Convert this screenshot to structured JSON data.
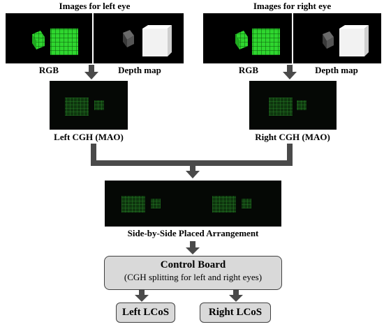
{
  "left": {
    "header": "Images for left eye",
    "rgb_label": "RGB",
    "depth_label": "Depth map",
    "cgh_label": "Left CGH (MAO)"
  },
  "right": {
    "header": "Images for right eye",
    "rgb_label": "RGB",
    "depth_label": "Depth map",
    "cgh_label": "Right CGH (MAO)"
  },
  "arrangement_label": "Side-by-Side Placed Arrangement",
  "control_board": {
    "title": "Control Board",
    "subtitle": "(CGH splitting for left and right eyes)"
  },
  "outputs": {
    "left": "Left LCoS",
    "right": "Right LCoS"
  },
  "colors": {
    "arrow": "#4a4a4a",
    "box_fill": "#d9d9d9",
    "rgb_cube": "#2fd62f",
    "hologram": "#1f7a1f"
  }
}
